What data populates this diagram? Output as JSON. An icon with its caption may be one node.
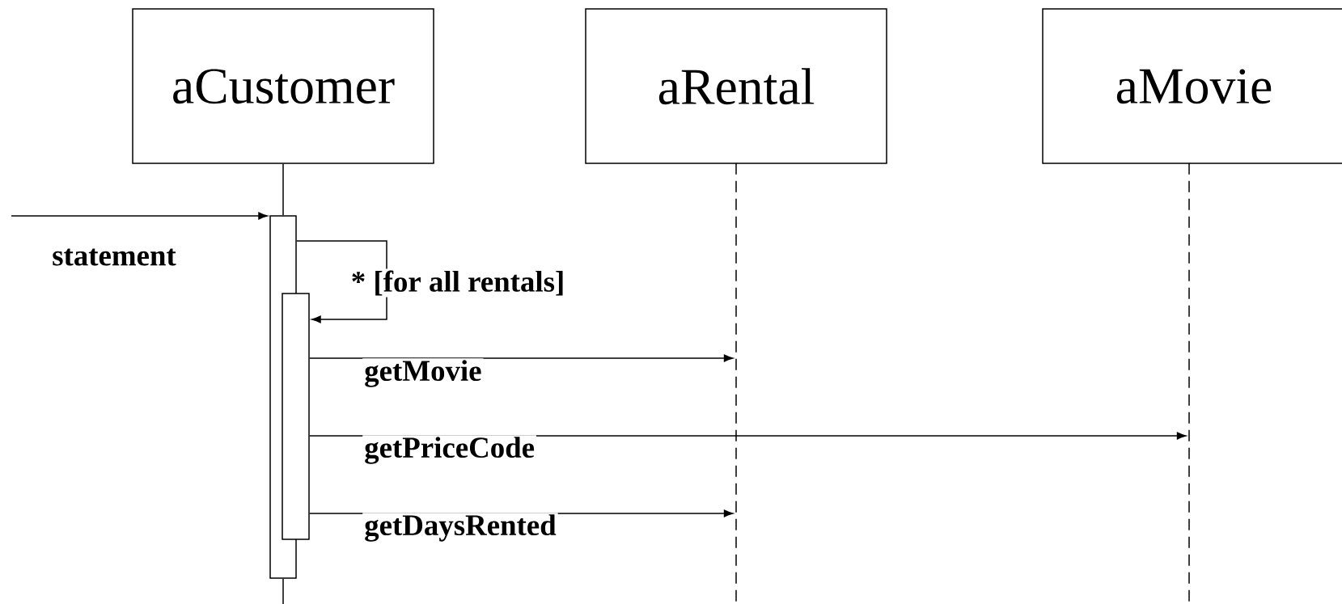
{
  "diagram": {
    "nodes": [
      {
        "text": [
          "aCustomer"
        ]
      },
      {
        "text": [
          "aRental"
        ]
      },
      {
        "text": [
          "aMovie"
        ]
      },
      {
        "text": [],
        "shape": "bar"
      },
      {
        "text": [],
        "shape": "bar"
      },
      {
        "text": [],
        "shape": "line"
      },
      {
        "text": [],
        "shape": "line"
      }
    ],
    "edges": [
      {
        "from": null,
        "to": 3,
        "arrow": "to",
        "label": "statement"
      },
      {
        "from": 3,
        "to": 4,
        "arrow": "to",
        "label": "* [for all rentals]"
      },
      {
        "from": 4,
        "to": 5,
        "arrow": "to",
        "label": "getMovie"
      },
      {
        "from": 4,
        "to": 6,
        "arrow": "to",
        "label": "getPriceCode"
      },
      {
        "from": 4,
        "to": 5,
        "arrow": "to",
        "label": "getDaysRented"
      },
      {
        "from": 0,
        "to": 3,
        "arrow": "none"
      },
      {
        "from": 3,
        "to": null,
        "arrow": "none"
      }
    ]
  }
}
